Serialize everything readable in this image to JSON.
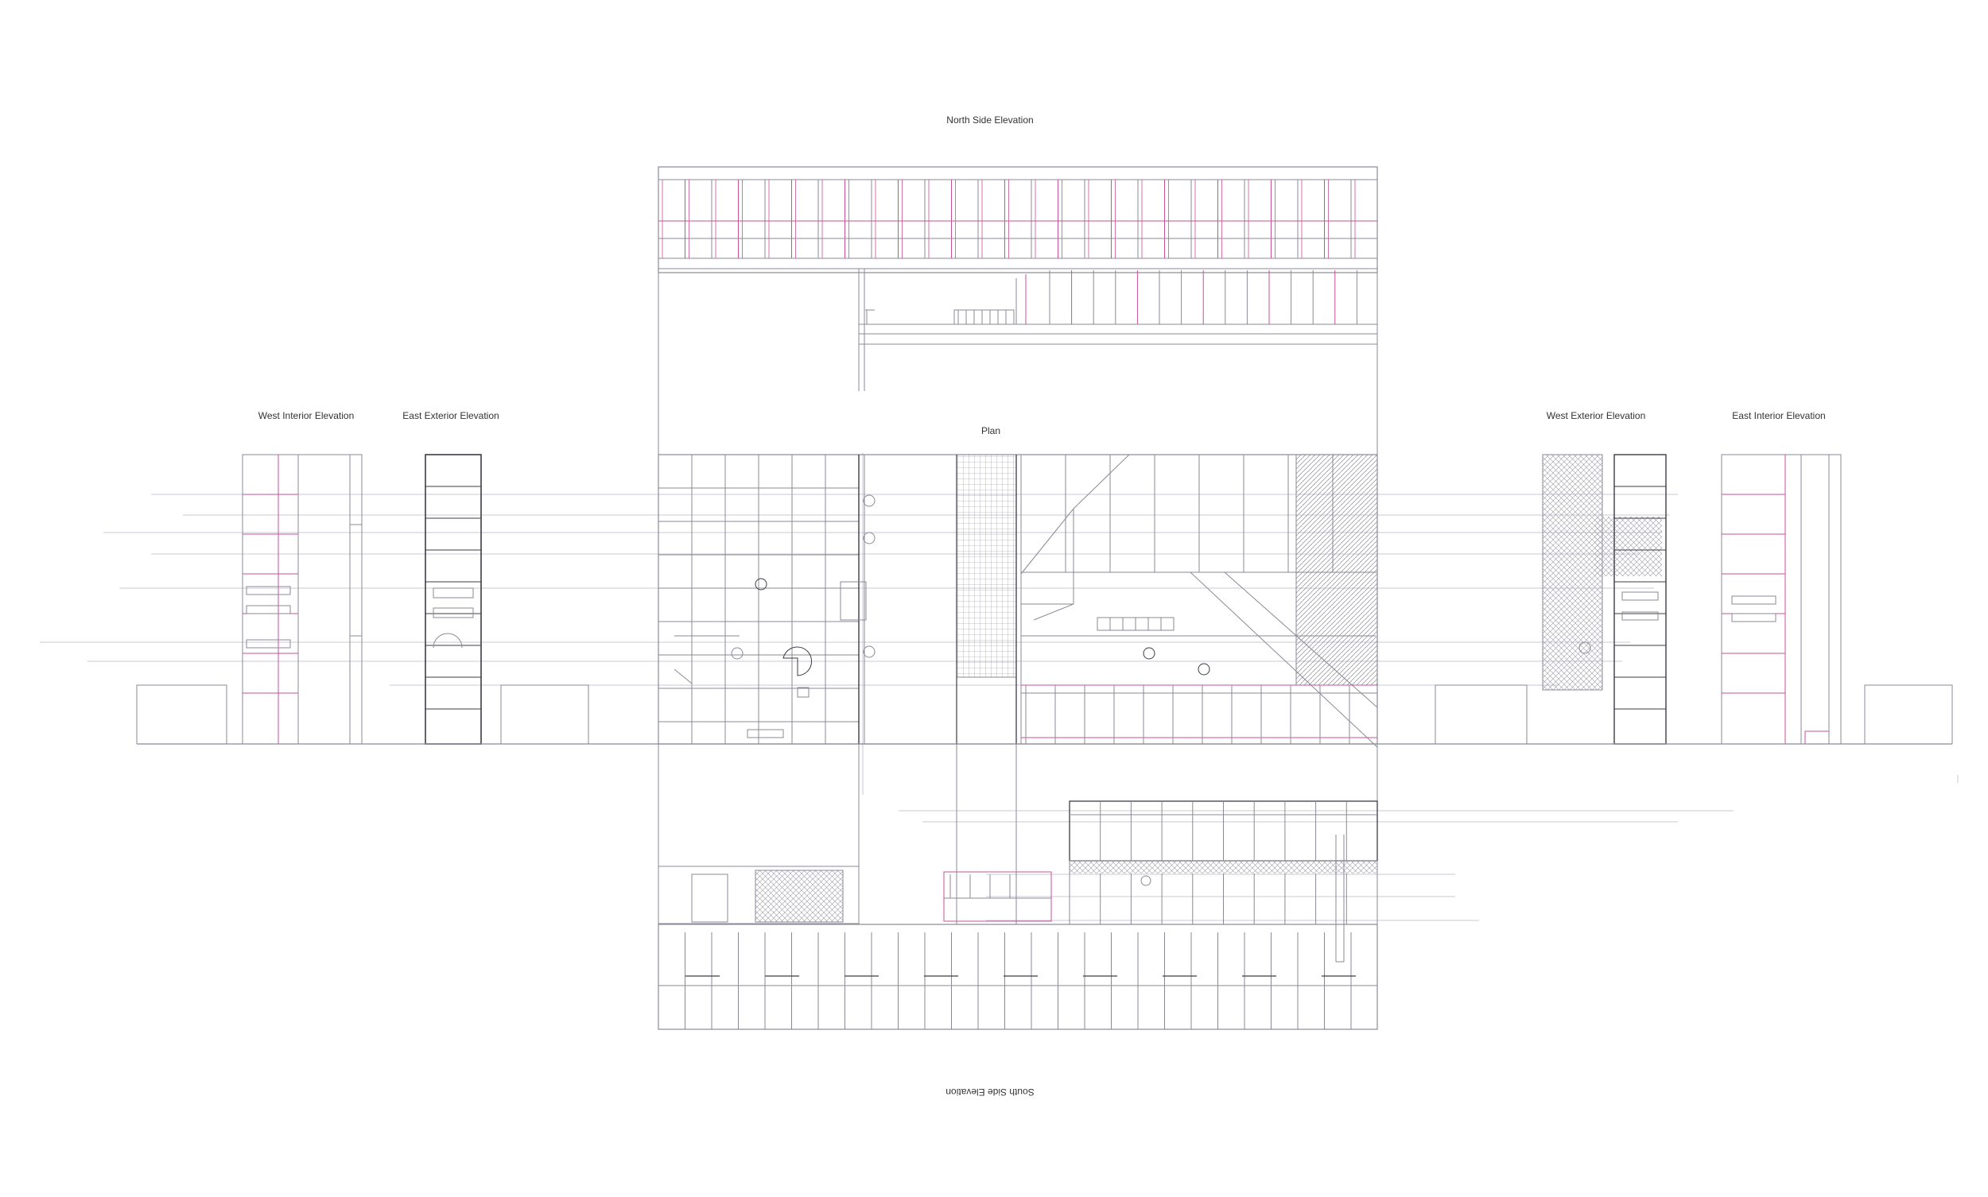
{
  "labels": {
    "north": "North Side Elevation",
    "south": "South Side Elevation",
    "plan": "Plan",
    "west_interior": "West Interior Elevation",
    "east_exterior": "East Exterior Elevation",
    "west_exterior": "West Exterior Elevation",
    "east_interior": "East Interior Elevation"
  },
  "colors": {
    "line": "#8a8a96",
    "dark_line": "#3c3c44",
    "accent": "#c8509a",
    "guide": "#c9c9d4",
    "hatch": "#9a9aa4"
  }
}
